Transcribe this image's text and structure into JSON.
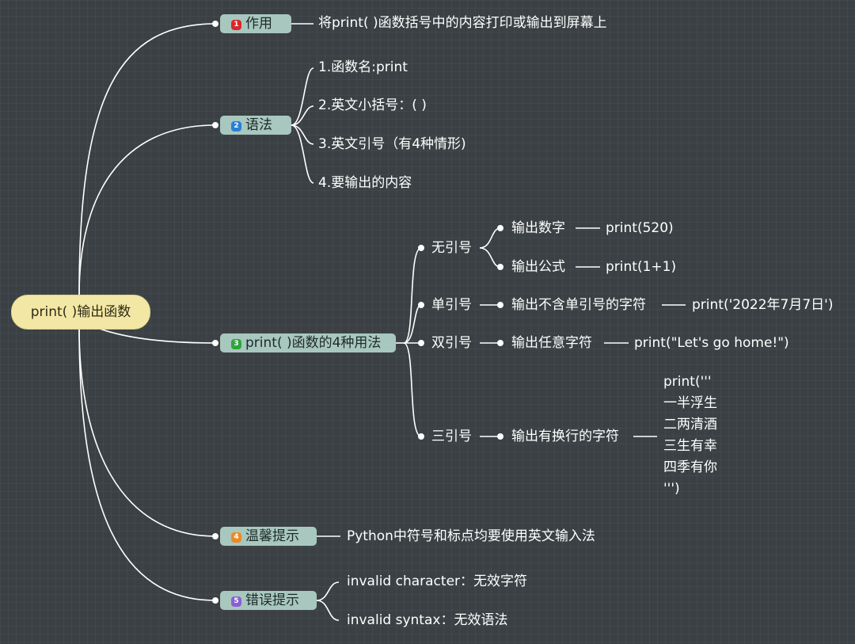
{
  "root": "print( )输出函数",
  "branches": {
    "zuoyong": {
      "badge": "1",
      "label": "作用",
      "detail": "将print( )函数括号中的内容打印或输出到屏幕上"
    },
    "yufa": {
      "badge": "2",
      "label": "语法",
      "items": [
        "1.函数名:print",
        "2.英文小括号：( )",
        "3.英文引号（有4种情形)",
        "4.要输出的内容"
      ]
    },
    "yongfa": {
      "badge": "3",
      "label": "print( )函数的4种用法",
      "wu": {
        "label": "无引号",
        "num_label": "输出数字",
        "num_code": "print(520)",
        "formula_label": "输出公式",
        "formula_code": "print(1+1)"
      },
      "dan": {
        "label": "单引号",
        "desc": "输出不含单引号的字符",
        "code": "print('2022年7月7日')"
      },
      "shuang": {
        "label": "双引号",
        "desc": "输出任意字符",
        "code": "print(\"Let's go home!\")"
      },
      "san": {
        "label": "三引号",
        "desc": "输出有换行的字符",
        "code": "print('''\n一半浮生\n二两清酒\n三生有幸\n四季有你\n''')"
      }
    },
    "tishi": {
      "badge": "4",
      "label": "温馨提示",
      "detail": "Python中符号和标点均要使用英文输入法"
    },
    "cuowu": {
      "badge": "5",
      "label": "错误提示",
      "items": [
        "invalid character：无效字符",
        "invalid syntax：无效语法"
      ]
    }
  }
}
